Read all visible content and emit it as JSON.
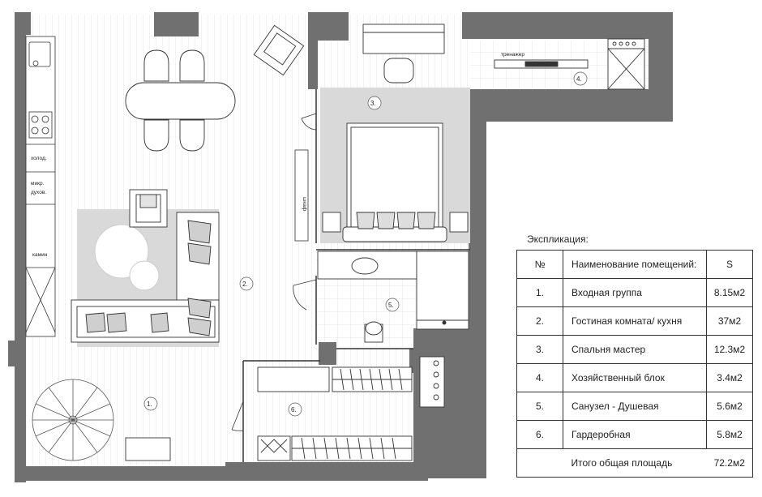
{
  "plan": {
    "kitchen_labels": {
      "fridge": "холод.",
      "micro_oven": "микр.\nдухов.",
      "fireplace": "камин"
    },
    "equipment_labels": {
      "treadmill": "тренажер",
      "wardrobe": "шкаф"
    },
    "room_numbers": [
      "1.",
      "2.",
      "3.",
      "4.",
      "5.",
      "6."
    ]
  },
  "legend": {
    "title": "Экспликация:",
    "headers": {
      "no": "№",
      "name": "Наименование помещений:",
      "area": "S"
    },
    "rows": [
      {
        "no": "1.",
        "name": "Входная группа",
        "area": "8.15м2"
      },
      {
        "no": "2.",
        "name": "Гостиная комната/ кухня",
        "area": "37м2"
      },
      {
        "no": "3.",
        "name": "Спальня мастер",
        "area": "12.3м2"
      },
      {
        "no": "4.",
        "name": "Хозяйственный блок",
        "area": "3.4м2"
      },
      {
        "no": "5.",
        "name": "Санузел - Душевая",
        "area": "5.6м2"
      },
      {
        "no": "6.",
        "name": "Гардеробная",
        "area": "5.8м2"
      }
    ],
    "total": {
      "name": "Итого общая площадь",
      "area": "72.2м2"
    }
  },
  "colors": {
    "wall": "#707070",
    "rug": "#d9d9d9",
    "line": "#333333",
    "floor_stripe": "#e6e6e6"
  }
}
